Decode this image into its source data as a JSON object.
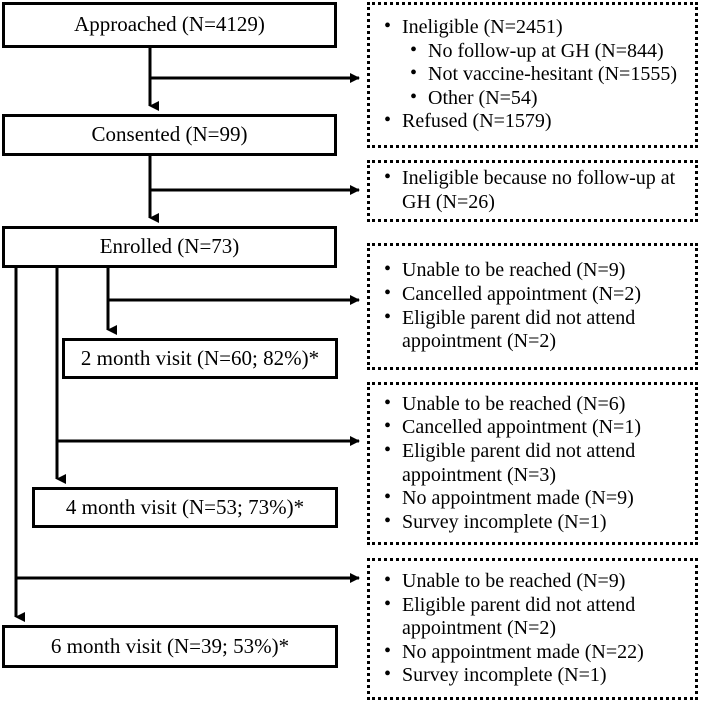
{
  "figure": {
    "type": "flowchart",
    "description": "CONSORT-style participant flow diagram",
    "colors": {
      "stroke": "#000000",
      "background": "#ffffff",
      "text": "#000000"
    }
  },
  "nodes": [
    {
      "id": "approached",
      "label": "Approached (N=4129)"
    },
    {
      "id": "consented",
      "label": "Consented (N=99)"
    },
    {
      "id": "enrolled",
      "label": "Enrolled (N=73)"
    },
    {
      "id": "visit2",
      "label": "2 month visit (N=60; 82%)*"
    },
    {
      "id": "visit4",
      "label": "4 month visit (N=53; 73%)*"
    },
    {
      "id": "visit6",
      "label": "6 month visit (N=39; 53%)*"
    }
  ],
  "sideboxes": [
    {
      "id": "exclusions-screening",
      "items": [
        {
          "text": "Ineligible (N=2451)",
          "level": 1
        },
        {
          "text": "No follow-up at GH (N=844)",
          "level": 2
        },
        {
          "text": "Not vaccine-hesitant (N=1555)",
          "level": 2
        },
        {
          "text": "Other (N=54)",
          "level": 2
        },
        {
          "text": "Refused (N=1579)",
          "level": 1
        }
      ]
    },
    {
      "id": "exclusions-consent",
      "items": [
        {
          "text": "Ineligible because no follow-up at GH (N=26)",
          "level": 1
        }
      ]
    },
    {
      "id": "losses-visit2",
      "items": [
        {
          "text": "Unable to be reached (N=9)",
          "level": 1
        },
        {
          "text": "Cancelled appointment (N=2)",
          "level": 1
        },
        {
          "text": "Eligible parent did not attend appointment (N=2)",
          "level": 1
        }
      ]
    },
    {
      "id": "losses-visit4",
      "items": [
        {
          "text": "Unable to be reached (N=6)",
          "level": 1
        },
        {
          "text": "Cancelled appointment (N=1)",
          "level": 1
        },
        {
          "text": "Eligible parent did not attend appointment (N=3)",
          "level": 1
        },
        {
          "text": "No appointment made (N=9)",
          "level": 1
        },
        {
          "text": "Survey incomplete (N=1)",
          "level": 1
        }
      ]
    },
    {
      "id": "losses-visit6",
      "items": [
        {
          "text": "Unable to be reached (N=9)",
          "level": 1
        },
        {
          "text": "Eligible parent did not attend appointment (N=2)",
          "level": 1
        },
        {
          "text": "No appointment made (N=22)",
          "level": 1
        },
        {
          "text": "Survey incomplete (N=1)",
          "level": 1
        }
      ]
    }
  ]
}
